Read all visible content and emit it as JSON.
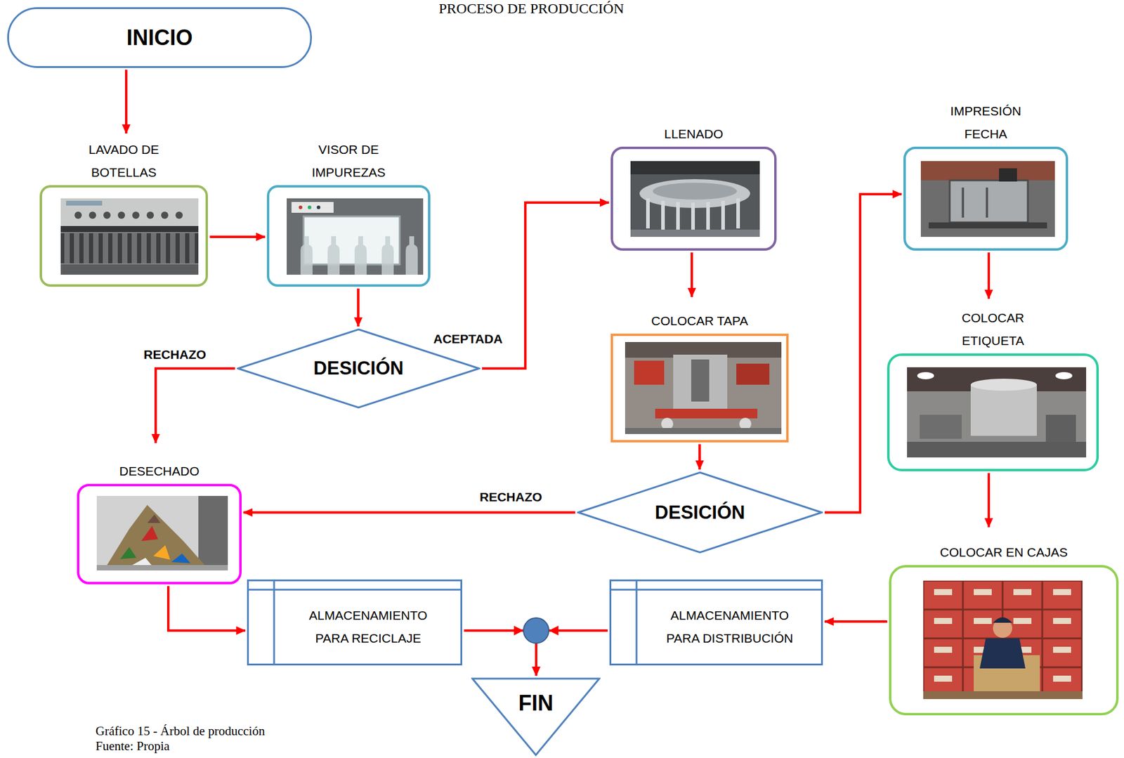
{
  "diagram": {
    "title": "PROCESO DE PRODUCCIÓN",
    "caption": "Gráfico 15 - Árbol de producción",
    "nodes": [
      {
        "text": [
          "INICIO"
        ]
      },
      {
        "text": [
          "LAVADO DE BOTELLAS"
        ]
      },
      {
        "text": [
          "VISOR DE IMPUREZAS"
        ]
      },
      {
        "text": [
          "DESICIÓN"
        ]
      },
      {
        "text": [
          "LLENADO"
        ]
      },
      {
        "text": [
          "COLOCAR TAPA"
        ]
      },
      {
        "text": [
          "DESICIÓN"
        ]
      },
      {
        "text": [
          "IMPRESIÓN FECHA"
        ]
      },
      {
        "text": [
          "COLOCAR ETIQUETA"
        ]
      },
      {
        "text": [
          "COLOCAR EN CAJAS"
        ]
      },
      {
        "text": [
          "DESECHADO"
        ]
      },
      {
        "text": [
          "ALMACENAMIENTO PARA RECICLAJE"
        ]
      },
      {
        "text": [
          "ALMACENAMIENTO PARA DISTRIBUCIÓN"
        ]
      },
      {
        "text": [
          "FIN"
        ]
      }
    ],
    "edges": [
      {
        "from": 0,
        "to": 1,
        "arrow": "to"
      },
      {
        "from": 1,
        "to": 2,
        "arrow": "to"
      },
      {
        "from": 2,
        "to": 3,
        "arrow": "to"
      },
      {
        "from": 3,
        "to": 4,
        "label": "ACEPTADA",
        "arrow": "to"
      },
      {
        "from": 3,
        "to": 10,
        "label": "RECHAZO",
        "arrow": "to"
      },
      {
        "from": 4,
        "to": 5,
        "arrow": "to"
      },
      {
        "from": 5,
        "to": 6,
        "arrow": "to"
      },
      {
        "from": 6,
        "to": 7,
        "arrow": "to"
      },
      {
        "from": 6,
        "to": 10,
        "label": "RECHAZO",
        "arrow": "to"
      },
      {
        "from": 7,
        "to": 8,
        "arrow": "to"
      },
      {
        "from": 8,
        "to": 9,
        "arrow": "to"
      },
      {
        "from": 9,
        "to": 12,
        "arrow": "to"
      },
      {
        "from": 10,
        "to": 11,
        "arrow": "to"
      },
      {
        "from": 11,
        "to": 13,
        "arrow": "to"
      },
      {
        "from": 12,
        "to": 13,
        "arrow": "to"
      }
    ],
    "labels": [
      "Fuente: Propia"
    ]
  }
}
